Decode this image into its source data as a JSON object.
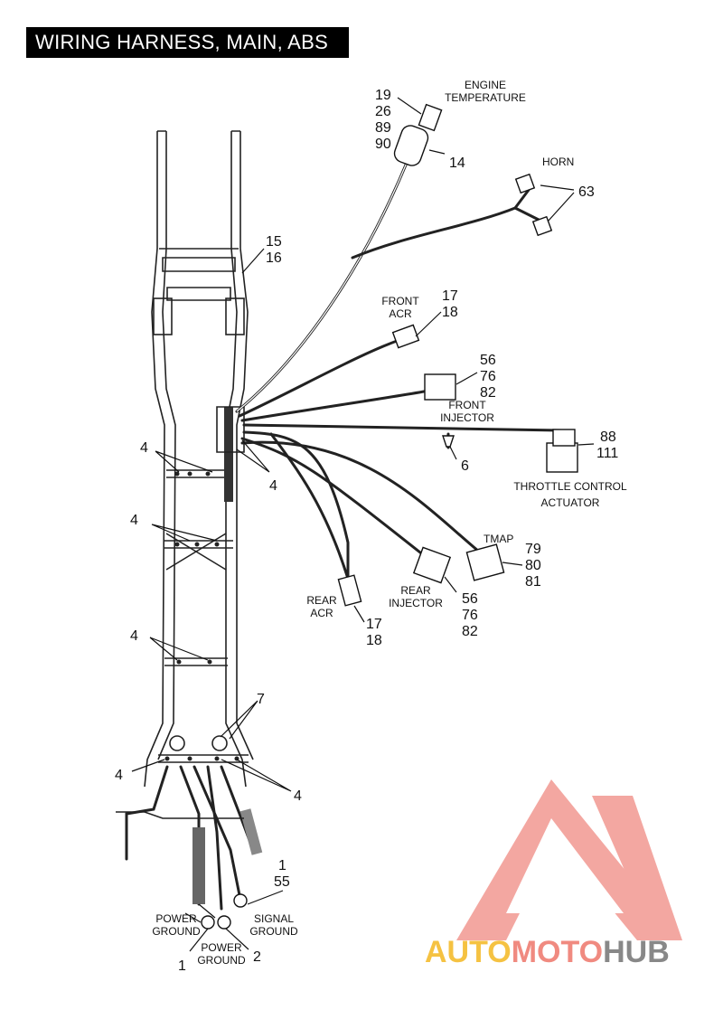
{
  "title": "WIRING HARNESS, MAIN, ABS",
  "callouts": [
    {
      "id": "engine-temp-nums",
      "lines": [
        "19",
        "26",
        "89",
        "90"
      ]
    },
    {
      "id": "engine-temp-cap",
      "lines": [
        "ENGINE",
        "TEMPERATURE"
      ]
    },
    {
      "id": "item-14",
      "lines": [
        "14"
      ]
    },
    {
      "id": "horn-cap",
      "lines": [
        "HORN"
      ]
    },
    {
      "id": "item-63",
      "lines": [
        "63"
      ]
    },
    {
      "id": "item-15-16",
      "lines": [
        "15",
        "16"
      ]
    },
    {
      "id": "front-acr-cap",
      "lines": [
        "FRONT",
        "ACR"
      ]
    },
    {
      "id": "front-acr-nums",
      "lines": [
        "17",
        "18"
      ]
    },
    {
      "id": "front-injector-nums",
      "lines": [
        "56",
        "76",
        "82"
      ]
    },
    {
      "id": "front-injector-cap",
      "lines": [
        "FRONT",
        "INJECTOR"
      ]
    },
    {
      "id": "item-6",
      "lines": [
        "6"
      ]
    },
    {
      "id": "throttle-nums",
      "lines": [
        "88",
        "111"
      ]
    },
    {
      "id": "throttle-cap",
      "lines": [
        "THROTTLE CONTROL",
        "ACTUATOR"
      ]
    },
    {
      "id": "item-4-a",
      "lines": [
        "4"
      ]
    },
    {
      "id": "item-4-b",
      "lines": [
        "4"
      ]
    },
    {
      "id": "item-4-c",
      "lines": [
        "4"
      ]
    },
    {
      "id": "item-4-d",
      "lines": [
        "4"
      ]
    },
    {
      "id": "item-4-e",
      "lines": [
        "4"
      ]
    },
    {
      "id": "item-4-f",
      "lines": [
        "4"
      ]
    },
    {
      "id": "tmap-cap",
      "lines": [
        "TMAP"
      ]
    },
    {
      "id": "tmap-nums",
      "lines": [
        "79",
        "80",
        "81"
      ]
    },
    {
      "id": "rear-acr-cap",
      "lines": [
        "REAR",
        "ACR"
      ]
    },
    {
      "id": "rear-acr-nums",
      "lines": [
        "17",
        "18"
      ]
    },
    {
      "id": "rear-injector-cap",
      "lines": [
        "REAR",
        "INJECTOR"
      ]
    },
    {
      "id": "rear-injector-nums",
      "lines": [
        "56",
        "76",
        "82"
      ]
    },
    {
      "id": "item-7",
      "lines": [
        "7"
      ]
    },
    {
      "id": "item-1-55",
      "lines": [
        "1",
        "55"
      ]
    },
    {
      "id": "signal-ground-cap",
      "lines": [
        "SIGNAL",
        "GROUND"
      ]
    },
    {
      "id": "power-ground-left-cap",
      "lines": [
        "POWER",
        "GROUND"
      ]
    },
    {
      "id": "power-ground-mid-cap",
      "lines": [
        "POWER",
        "GROUND"
      ]
    },
    {
      "id": "item-1",
      "lines": [
        "1"
      ]
    },
    {
      "id": "item-2",
      "lines": [
        "2"
      ]
    }
  ],
  "watermark": {
    "parts": [
      "AUTO",
      "MOTO",
      "HUB"
    ],
    "colors": [
      "#f5c242",
      "#f08a80",
      "#888888"
    ],
    "logo_color": "#ef8f87"
  }
}
